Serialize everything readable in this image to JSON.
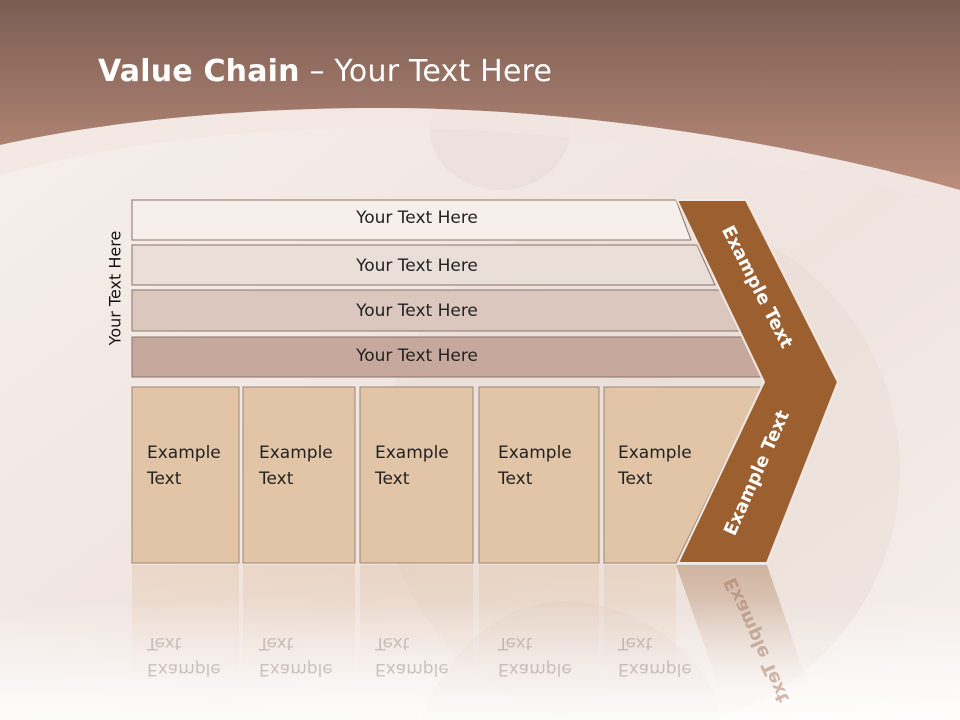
{
  "slide": {
    "title_bold": "Value Chain",
    "title_rest": " – Your Text Here",
    "side_label": "Your Text Here"
  },
  "support_bands": [
    {
      "label": "Your Text Here"
    },
    {
      "label": "Your Text Here"
    },
    {
      "label": "Your Text Here"
    },
    {
      "label": "Your Text Here"
    }
  ],
  "primary_activities": [
    {
      "line1": "Example",
      "line2": "Text"
    },
    {
      "line1": "Example",
      "line2": "Text"
    },
    {
      "line1": "Example",
      "line2": "Text"
    },
    {
      "line1": "Example",
      "line2": "Text"
    },
    {
      "line1": "Example",
      "line2": "Text"
    }
  ],
  "margin_chevron": {
    "upper_label": "Example Text",
    "lower_label": "Example Text"
  },
  "colors": {
    "header_brown": "#9e7062",
    "band_1": "#f6efec",
    "band_2": "#eaded8",
    "band_3": "#dcc7bf",
    "band_4": "#c7a89c",
    "activity_box": "#e2c4a6",
    "chevron": "#9b5f30",
    "title_text": "#ffffff"
  }
}
